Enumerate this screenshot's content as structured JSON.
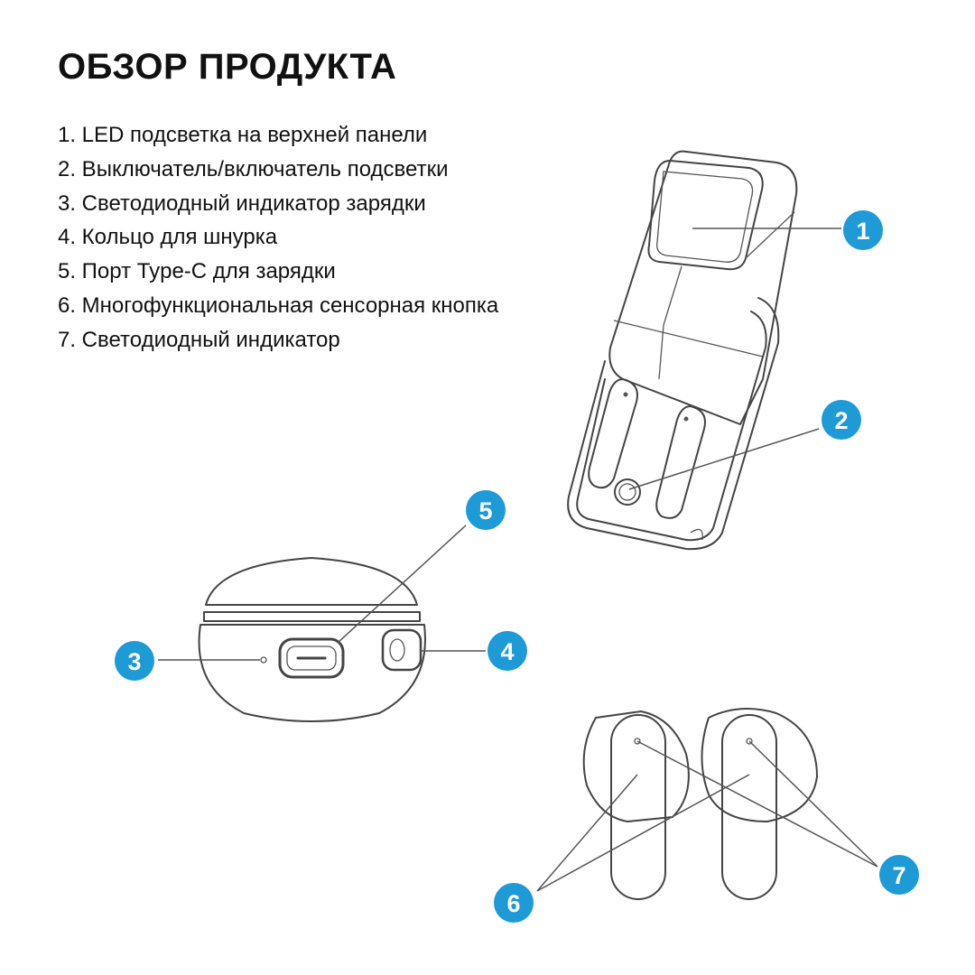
{
  "title": "ОБЗОР ПРОДУКТА",
  "features": [
    "1. LED подсветка на верхней панели",
    "2. Выключатель/включатель подсветки",
    "3. Светодиодный индикатор зарядки",
    "4. Кольцо для шнурка",
    "5. Порт Type-C для зарядки",
    "6. Многофункциональная сенсорная кнопка",
    "7. Светодиодный индикатор"
  ],
  "callouts": [
    "1",
    "2",
    "3",
    "4",
    "5",
    "6",
    "7"
  ],
  "colors": {
    "accent": "#1e9ad6",
    "text": "#111111",
    "line": "#444444"
  }
}
